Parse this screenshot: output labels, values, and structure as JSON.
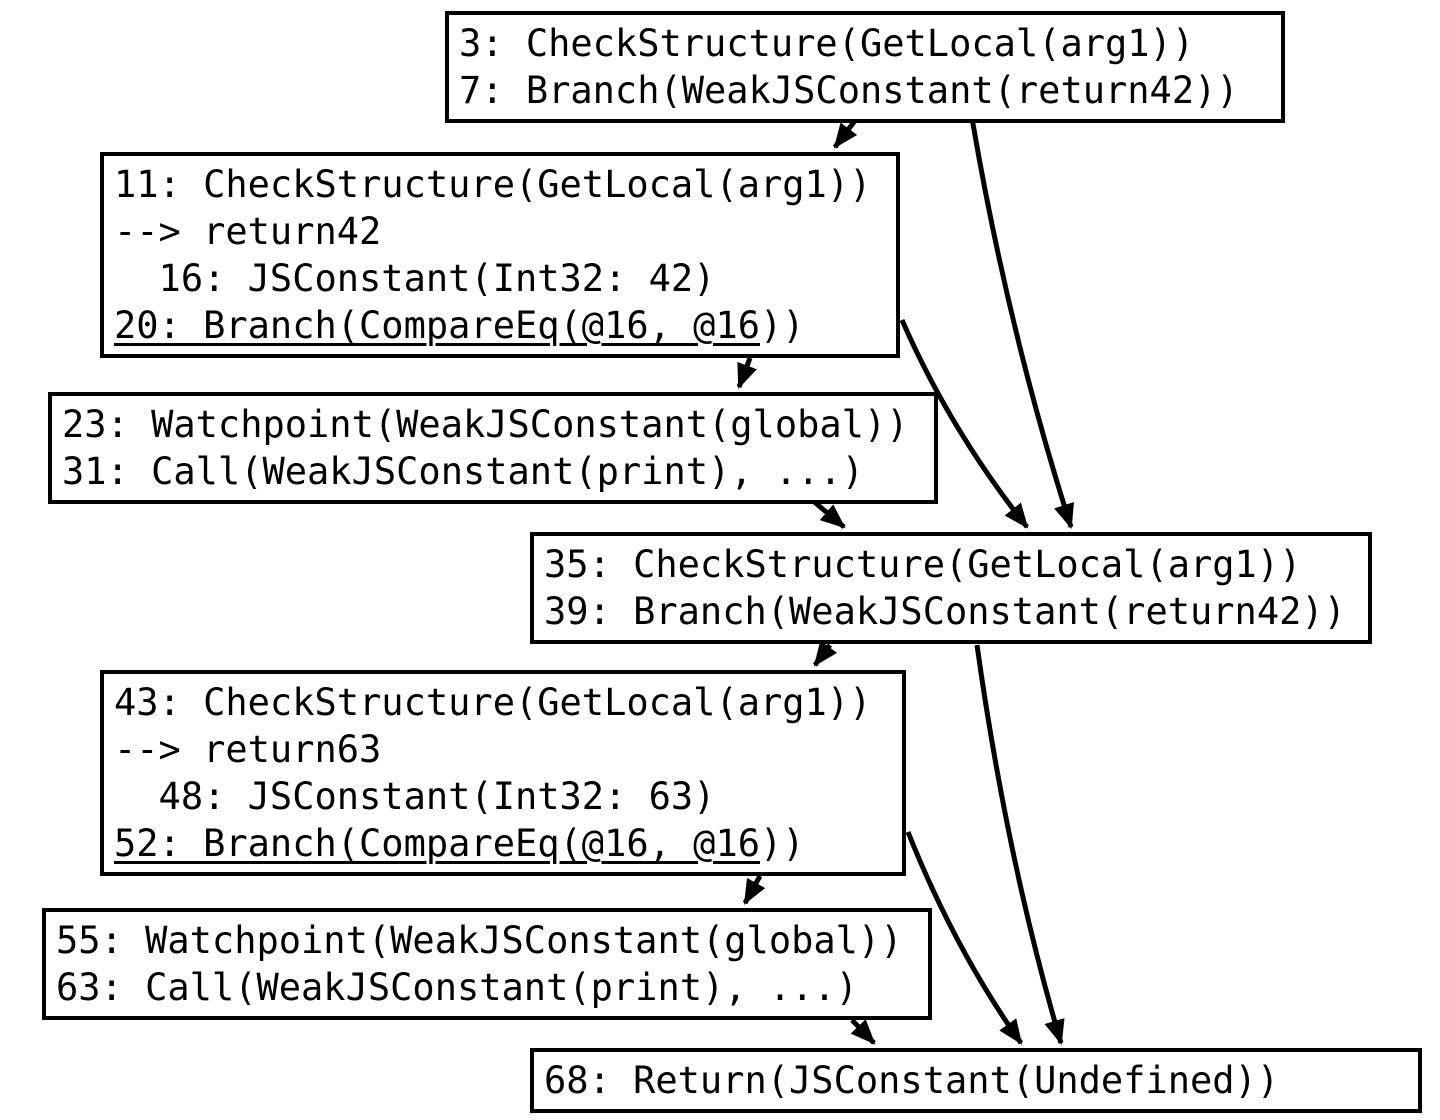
{
  "diagram": {
    "colors": {
      "background": "#ffffff",
      "stroke": "#000000",
      "text": "#000000"
    },
    "nodes": {
      "b1": {
        "id": "block-3",
        "lines": [
          "3: CheckStructure(GetLocal(arg1))",
          "7: Branch(WeakJSConstant(return42))"
        ]
      },
      "b2": {
        "id": "block-11",
        "line1": "11: CheckStructure(GetLocal(arg1))",
        "line2": "--> return42",
        "line3": "  16: JSConstant(Int32: 42)",
        "line4_main": "20: Branch(CompareEq(@16, @16",
        "line4_tail": "))"
      },
      "b3": {
        "id": "block-23",
        "lines": [
          "23: Watchpoint(WeakJSConstant(global))",
          "31: Call(WeakJSConstant(print), ...)"
        ]
      },
      "b4": {
        "id": "block-35",
        "lines": [
          "35: CheckStructure(GetLocal(arg1))",
          "39: Branch(WeakJSConstant(return42))"
        ]
      },
      "b5": {
        "id": "block-43",
        "line1": "43: CheckStructure(GetLocal(arg1))",
        "line2": "--> return63",
        "line3": "  48: JSConstant(Int32: 63)",
        "line4_main": "52: Branch(CompareEq(@16, @16",
        "line4_tail": "))"
      },
      "b6": {
        "id": "block-55",
        "lines": [
          "55: Watchpoint(WeakJSConstant(global))",
          "63: Call(WeakJSConstant(print), ...)"
        ]
      },
      "b7": {
        "id": "block-68",
        "lines": [
          "68: Return(JSConstant(Undefined))"
        ]
      }
    },
    "edges": [
      {
        "from": "block-3",
        "to": "block-11"
      },
      {
        "from": "block-3",
        "to": "block-35"
      },
      {
        "from": "block-11",
        "to": "block-23"
      },
      {
        "from": "block-11",
        "to": "block-35"
      },
      {
        "from": "block-23",
        "to": "block-35"
      },
      {
        "from": "block-35",
        "to": "block-43"
      },
      {
        "from": "block-35",
        "to": "block-68"
      },
      {
        "from": "block-43",
        "to": "block-55"
      },
      {
        "from": "block-43",
        "to": "block-68"
      },
      {
        "from": "block-55",
        "to": "block-68"
      }
    ]
  }
}
